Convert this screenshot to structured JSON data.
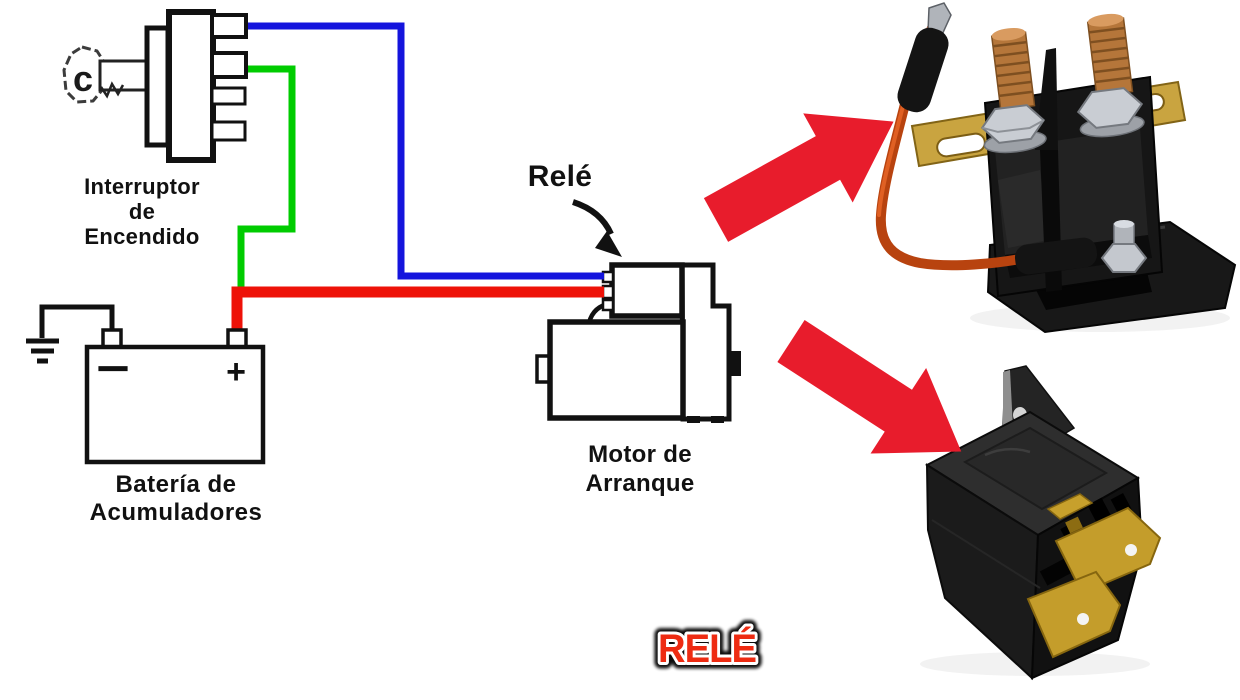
{
  "diagram": {
    "labels": {
      "ignition_switch": "Interruptor\nde\nEncendido",
      "battery": "Batería de\nAcumuladores",
      "relay_pointer": "Relé",
      "starter_motor": "Motor de\nArranque"
    },
    "key_letter": "c",
    "battery_terminals": {
      "negative": "−",
      "positive": "+"
    },
    "wire_colors": {
      "relay_signal_blue": "#1414dd",
      "ignition_feed_green": "#00cc00",
      "battery_power_red": "#ee1208",
      "ground_black": "#111111"
    }
  },
  "badge": {
    "label": "RELÉ",
    "color": "#ee2b12"
  },
  "callouts": {
    "arrow_color": "#e81c2c",
    "top_photo": "starter-solenoid-relay-photo",
    "bottom_photo": "automotive-cube-relay-photo"
  }
}
